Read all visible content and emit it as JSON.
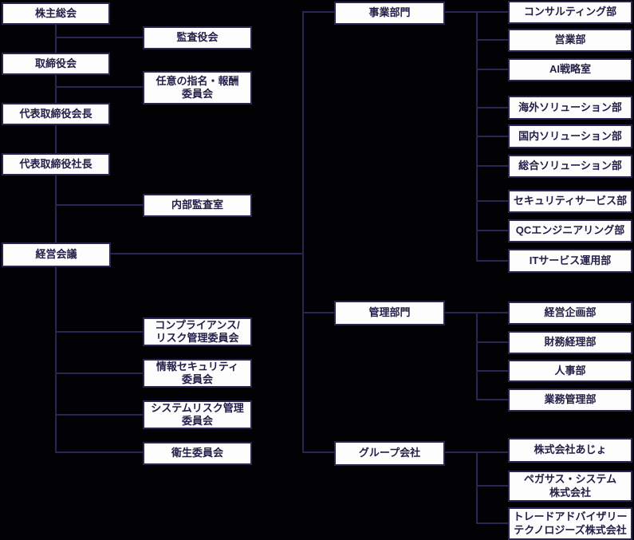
{
  "org": {
    "governance": [
      "株主総会",
      "取締役会",
      "代表取締役会長",
      "代表取締役社長",
      "経営会議"
    ],
    "audit_oversight": [
      "監査役会",
      "任意の指名・報酬\n委員会",
      "内部監査室"
    ],
    "committees": [
      "コンプライアンス/\nリスク管理委員会",
      "情報セキュリティ\n委員会",
      "システムリスク管理\n委員会",
      "衛生委員会"
    ],
    "divisions": [
      "事業部門",
      "管理部門",
      "グループ会社"
    ],
    "business_departments": [
      "コンサルティング部",
      "営業部",
      "AI戦略室",
      "海外ソリューション部",
      "国内ソリューション部",
      "総合ソリューション部",
      "セキュリティサービス部",
      "QCエンジニアリング部",
      "ITサービス運用部"
    ],
    "admin_departments": [
      "経営企画部",
      "財務経理部",
      "人事部",
      "業務管理部"
    ],
    "group_companies": [
      "株式会社あじょ",
      "ペガサス・システム\n株式会社",
      "トレードアドバイザリー\nテクノロジーズ株式会社"
    ]
  },
  "colors": {
    "background": "#010103",
    "line": "#2c2454",
    "node_fill": "#fdfdfe",
    "node_text": "#232048"
  }
}
